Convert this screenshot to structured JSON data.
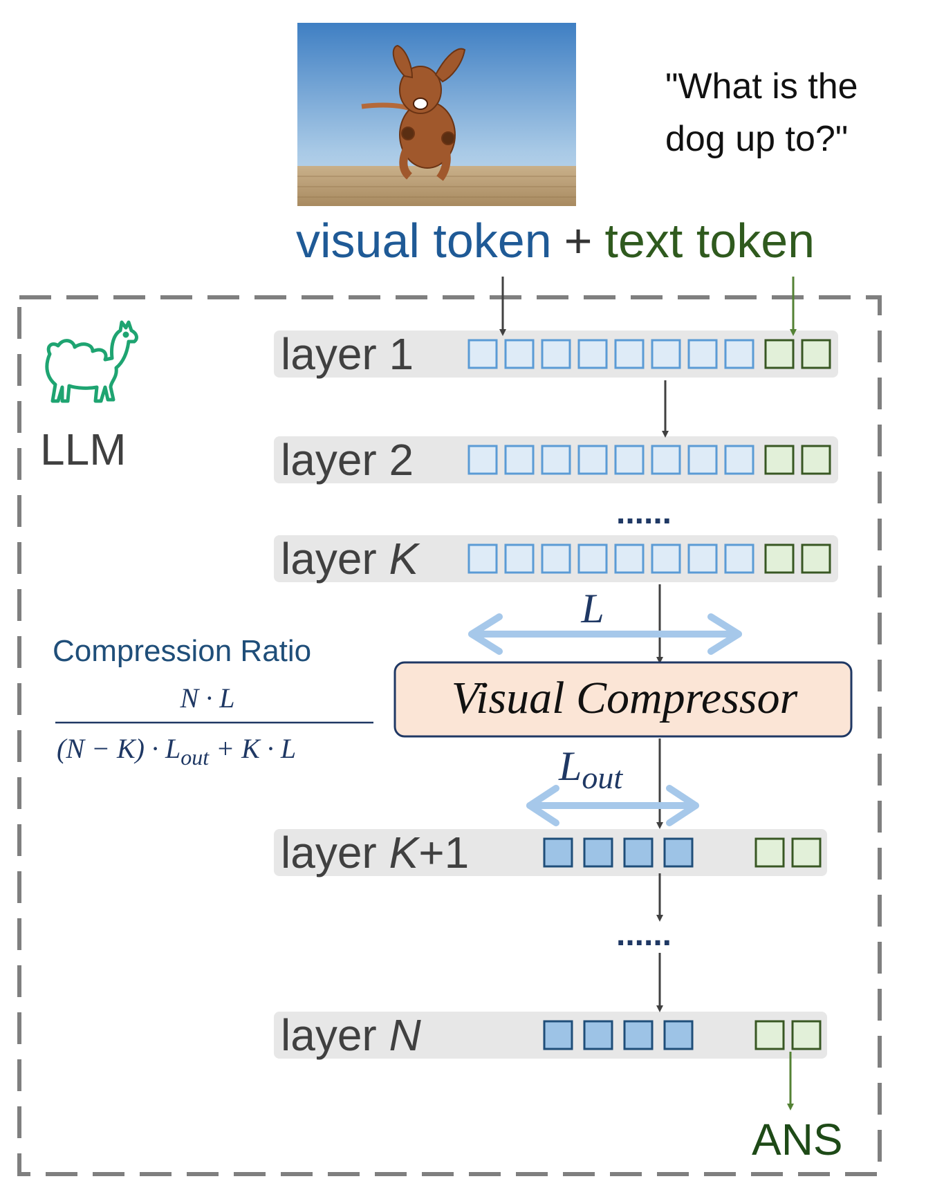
{
  "question": {
    "line1": "\"What is the",
    "line2": "dog up to?\""
  },
  "tokens": {
    "visual_label": "visual token",
    "plus": "+",
    "text_label": "text token"
  },
  "llm_label": "LLM",
  "layers": [
    {
      "prefix": "layer ",
      "suffix": "1",
      "suffix_italic": false,
      "visual_tokens": 8,
      "text_tokens": 2,
      "compressed": false
    },
    {
      "prefix": "layer ",
      "suffix": "2",
      "suffix_italic": false,
      "visual_tokens": 8,
      "text_tokens": 2,
      "compressed": false
    },
    {
      "prefix": "layer ",
      "suffix": "K",
      "suffix_italic": true,
      "visual_tokens": 8,
      "text_tokens": 2,
      "compressed": false
    },
    {
      "prefix": "layer ",
      "suffix": "K",
      "suffix_italic": true,
      "suffix_extra": "+1",
      "visual_tokens": 4,
      "text_tokens": 2,
      "compressed": true
    },
    {
      "prefix": "layer ",
      "suffix": "N",
      "suffix_italic": true,
      "visual_tokens": 4,
      "text_tokens": 2,
      "compressed": true
    }
  ],
  "ellipsis": "......",
  "length_labels": {
    "input": "L",
    "output_base": "L",
    "output_sub": "out"
  },
  "compressor_label": "Visual Compressor",
  "compression_ratio": {
    "title": "Compression Ratio",
    "numerator": "N · L",
    "denominator_part1": "(N − K) · L",
    "denominator_sub": "out",
    "denominator_part2": " + K · L"
  },
  "answer_label": "ANS",
  "colors": {
    "visual_blue": "#1f5a96",
    "text_green": "#2f5a1e",
    "token_blue_light_fill": "#deebf7",
    "token_blue_light_stroke": "#5b9bd5",
    "token_blue_dark_fill": "#9dc3e6",
    "token_blue_dark_stroke": "#1f4e79",
    "token_green_fill": "#e2f0d9",
    "token_green_stroke": "#385723",
    "layer_bar": "#e7e7e7",
    "compressor_fill": "#fbe5d6",
    "compressor_stroke": "#1f3864",
    "llama_green": "#1ea471",
    "dashed_border": "#7f7f7f",
    "formula_blue": "#1f3864"
  }
}
